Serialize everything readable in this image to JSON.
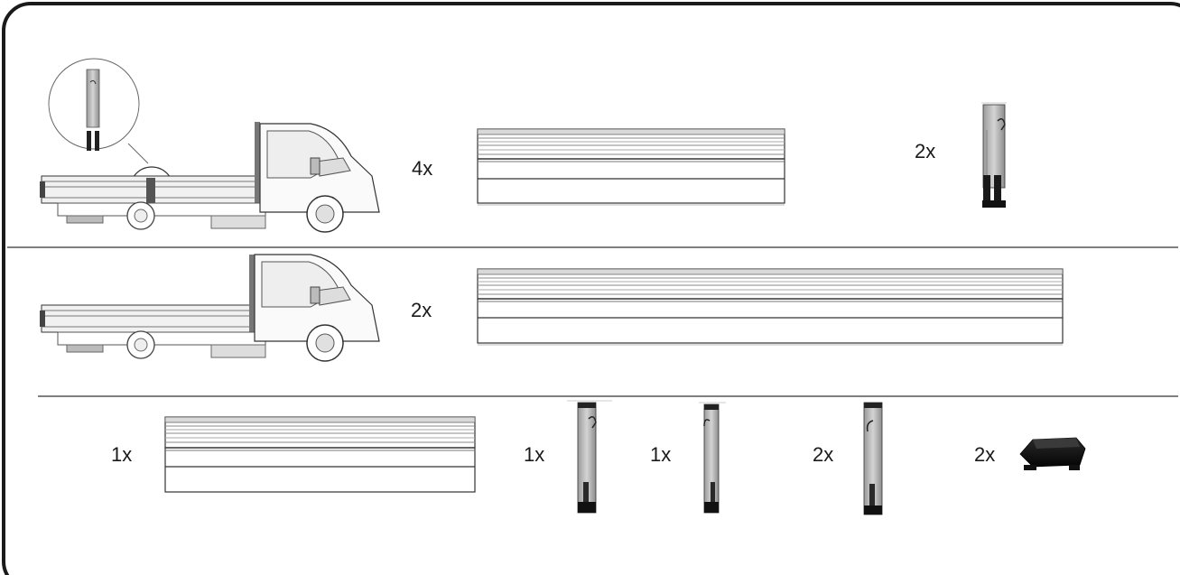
{
  "rows": [
    {
      "items": [
        {
          "id": "truck-long",
          "qty": ""
        },
        {
          "id": "side-panel-medium",
          "qty": "4x"
        },
        {
          "id": "corner-post-with-lock",
          "qty": "2x"
        }
      ]
    },
    {
      "items": [
        {
          "id": "truck-short",
          "qty": ""
        },
        {
          "id": "side-panel-long",
          "qty": "2x"
        }
      ]
    },
    {
      "items": [
        {
          "id": "rear-panel",
          "qty": "1x"
        },
        {
          "id": "post-left",
          "qty": "1x"
        },
        {
          "id": "post-right",
          "qty": "1x"
        },
        {
          "id": "middle-post",
          "qty": "2x"
        },
        {
          "id": "end-cap",
          "qty": "2x"
        }
      ]
    }
  ]
}
